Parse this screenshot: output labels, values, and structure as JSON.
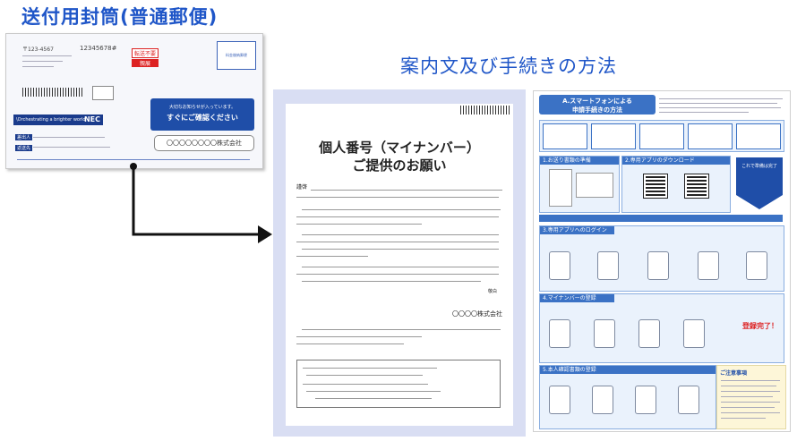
{
  "headings": {
    "envelope_title": "送付用封筒(普通郵便)",
    "guide_title": "案内文及び手続きの方法"
  },
  "envelope": {
    "postal_code": "〒123-4567",
    "tracking_no": "12345678#",
    "red_label_line1": "転送不要",
    "red_label_line2": "親展",
    "stamp_text": "料金後納郵便",
    "notice_line1": "大切なお知らせが入っています。",
    "notice_line2": "すぐにご確認ください",
    "company_placeholder": "〇〇〇〇〇〇〇〇株式会社",
    "nec_slogan": "\\Orchestrating a brighter world",
    "nec_logo": "NEC",
    "sender_label": "差出人",
    "return_label": "返送先"
  },
  "letter": {
    "title_line1": "個人番号（マイナンバー）",
    "title_line2": "ご提供のお願い",
    "salutation": "謹啓",
    "signature": "〇〇〇〇株式会社",
    "closing": "敬白"
  },
  "guide": {
    "section_a_title": "A.スマートフォンによる",
    "section_a_subtitle": "申請手続きの方法",
    "step1": "1.お送り書類の準備",
    "step2": "2.専用アプリのダウンロード",
    "step3": "3.専用アプリへのログイン",
    "step4": "4.マイナンバーの登録",
    "step5": "5.本人確認書類の登録",
    "arrow_text": "これで準備は完了",
    "registration_done": "登録完了！",
    "notice_title": "ご注意事項"
  },
  "colors": {
    "heading_blue": "#1f56c8",
    "envelope_blue": "#1f4ea8",
    "letter_frame": "#d9def3",
    "guide_header": "#3b72c5",
    "arrow_black": "#111111"
  }
}
